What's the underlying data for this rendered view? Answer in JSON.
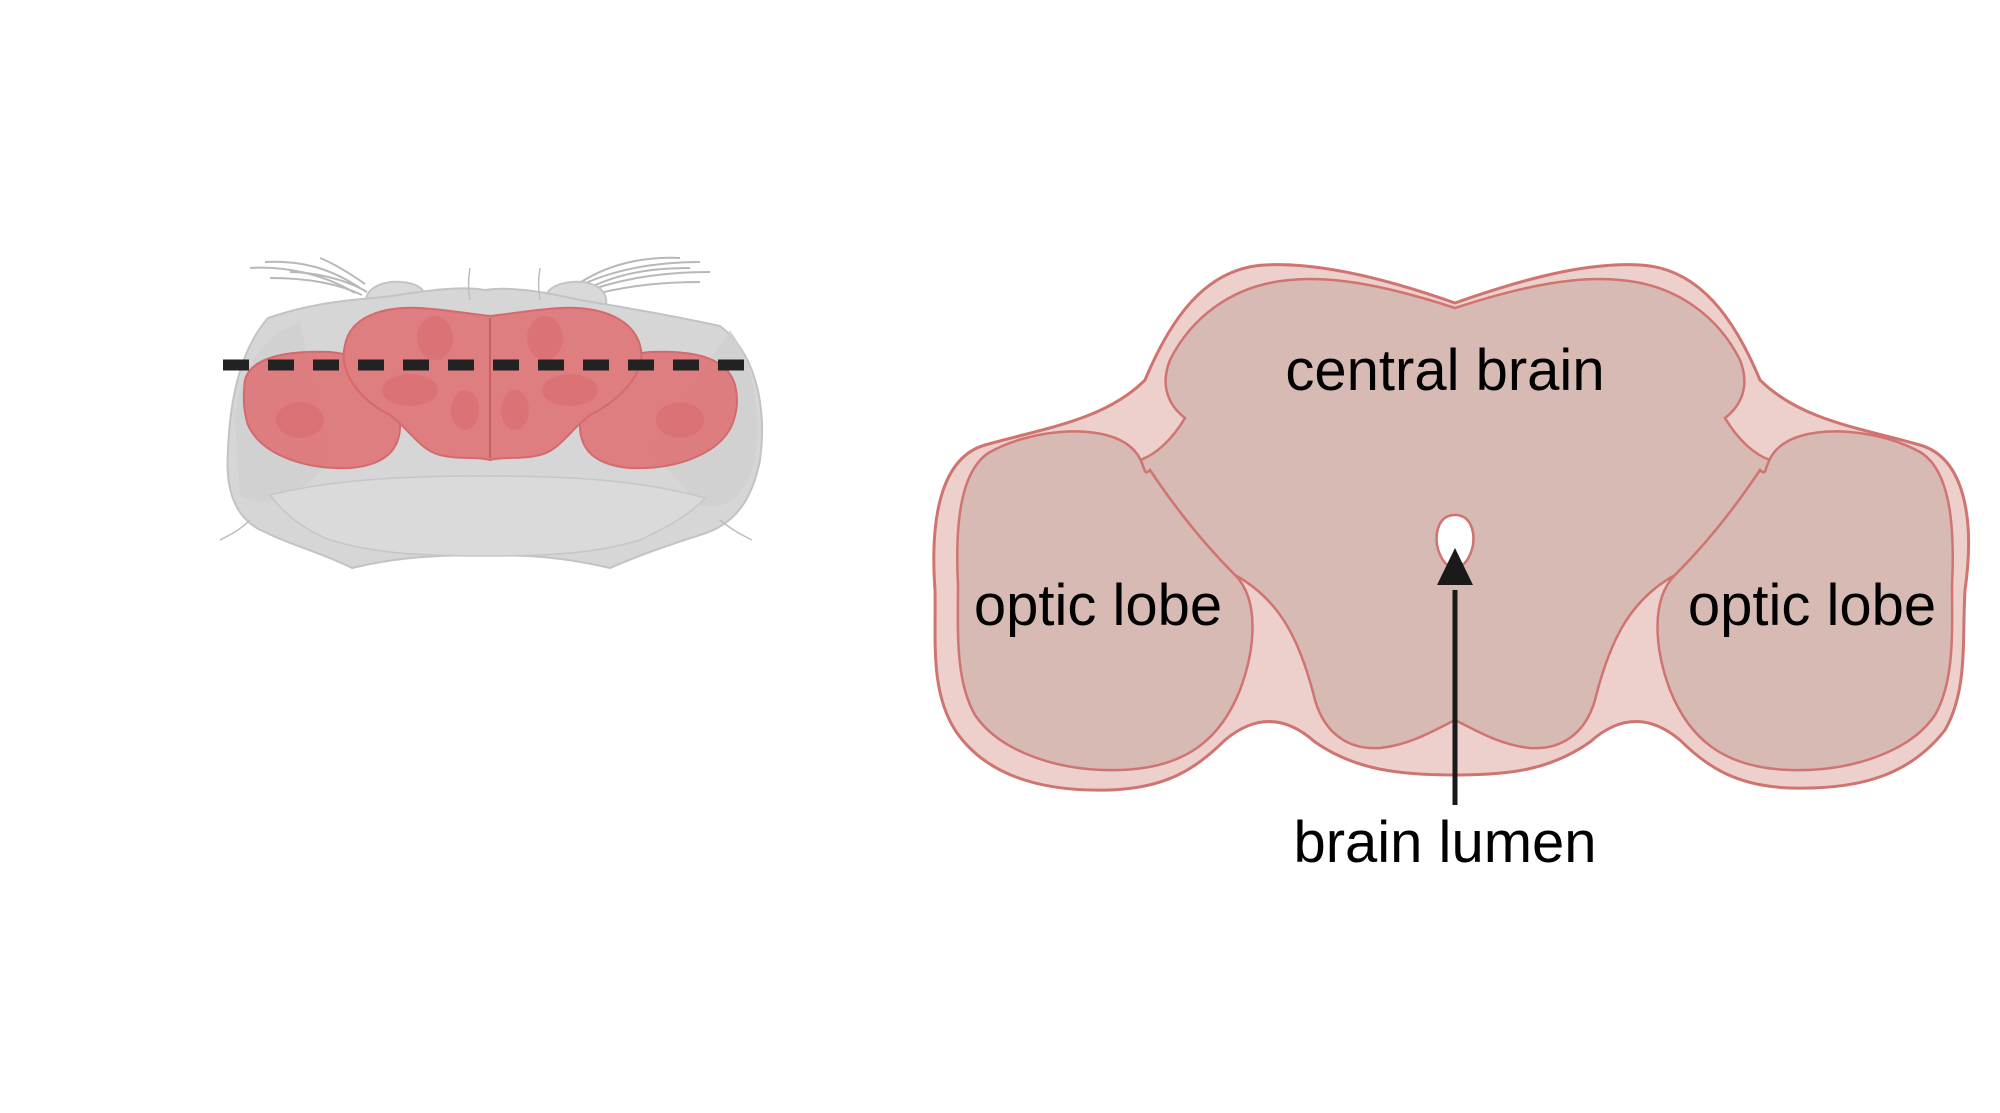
{
  "labels": {
    "central_brain": "central brain",
    "optic_lobe_left": "optic lobe",
    "optic_lobe_right": "optic lobe",
    "brain_lumen": "brain lumen"
  },
  "colors": {
    "head_fill": "#d6d6d6",
    "head_stroke": "#c2c2c2",
    "brain_fill": "#e07a7a",
    "brain_stroke": "#d4585c",
    "section_outer_fill": "#edd0cc",
    "section_inner_fill": "#d8bab4",
    "section_stroke": "#cf7470",
    "cut_line": "#222222",
    "arrow": "#1a1a1a"
  }
}
